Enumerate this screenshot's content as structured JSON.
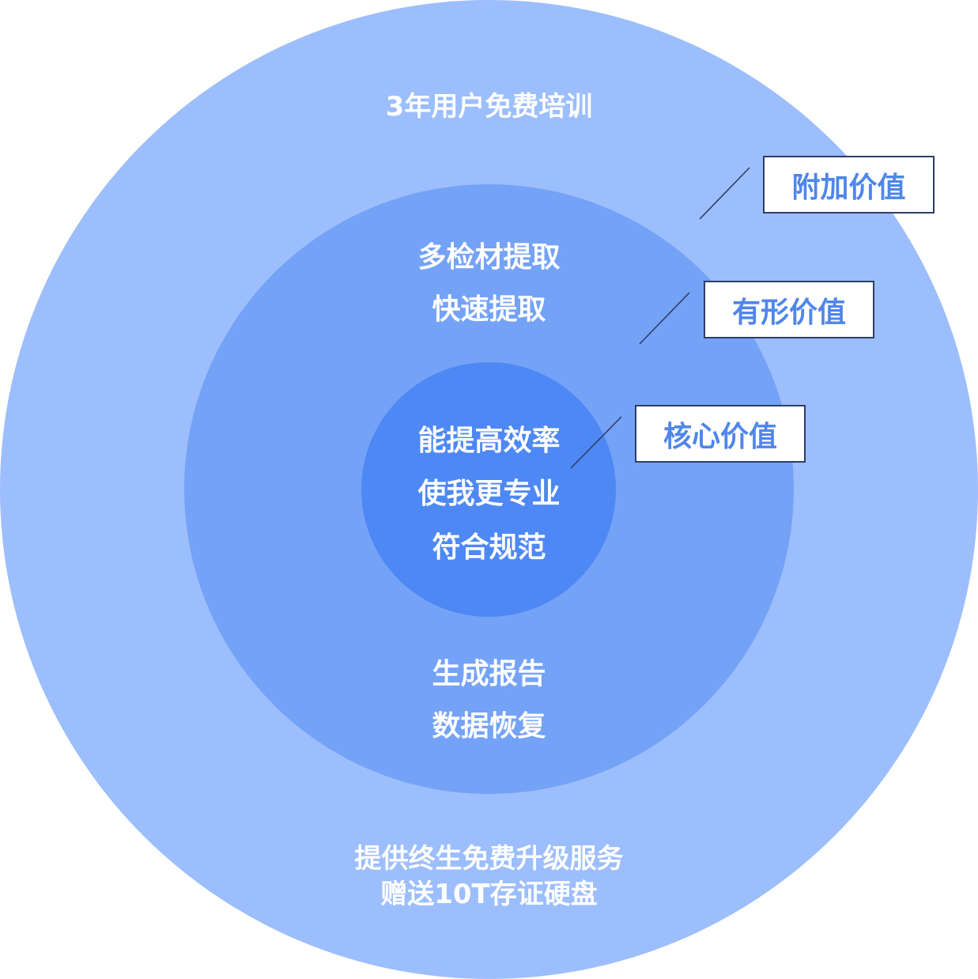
{
  "outer_ring": {
    "top_text": "3年用户免费培训",
    "bottom_lines": [
      "提供终生免费升级服务",
      "赠送10T存证硬盘"
    ]
  },
  "middle_ring": {
    "top_lines": [
      "多检材提取",
      "快速提取"
    ],
    "bottom_lines": [
      "生成报告",
      "数据恢复"
    ]
  },
  "inner_circle": {
    "lines": [
      "能提高效率",
      "使我更专业",
      "符合规范"
    ]
  },
  "labels": {
    "additional_value": "附加价值",
    "tangible_value": "有形价值",
    "core_value": "核心价值"
  },
  "colors": {
    "outer": "#9dbefc",
    "middle": "#74a2f7",
    "inner": "#4e88f5",
    "label_text": "#4f86ec",
    "label_border": "#2c3e66"
  }
}
